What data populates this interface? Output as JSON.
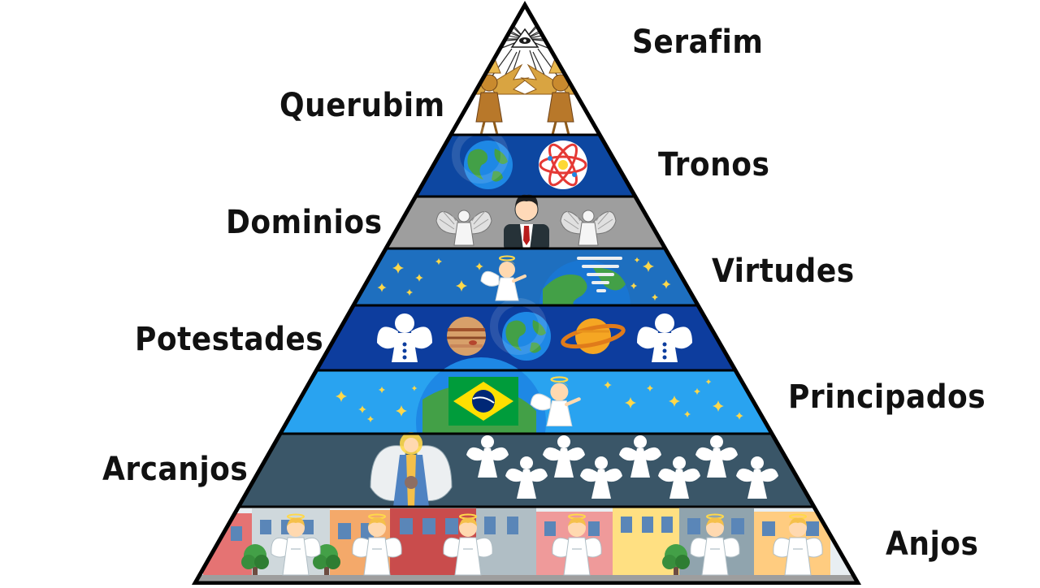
{
  "levels": [
    {
      "key": "serafim",
      "label": "Serafim",
      "band_color": "#ffffff",
      "icons": [
        "all-seeing-eye-icon",
        "wings-icon"
      ]
    },
    {
      "key": "querubim",
      "label": "Querubim",
      "band_color": "#ffffff",
      "icons": [
        "golden-cherub-icon",
        "golden-cherub-icon"
      ]
    },
    {
      "key": "tronos",
      "label": "Tronos",
      "band_color": "#0d47a1",
      "icons": [
        "earth-globe-icon",
        "atom-model-icon"
      ]
    },
    {
      "key": "dominios",
      "label": "Dominios",
      "band_color": "#9e9e9e",
      "icons": [
        "winged-angel-icon",
        "businessman-icon",
        "winged-angel-icon"
      ]
    },
    {
      "key": "virtudes",
      "label": "Virtudes",
      "band_color": "#1e6fbf",
      "icons": [
        "sparkles-icon",
        "cherub-angel-icon",
        "earth-globe-icon",
        "tornado-icon",
        "sparkles-icon"
      ]
    },
    {
      "key": "potestades",
      "label": "Potestades",
      "band_color": "#0d3d9e",
      "icons": [
        "white-angel-icon",
        "jupiter-icon",
        "earth-globe-icon",
        "saturn-icon",
        "white-angel-icon"
      ]
    },
    {
      "key": "principados",
      "label": "Principados",
      "band_color": "#29a3f0",
      "icons": [
        "sparkles-icon",
        "brazil-flag-icon",
        "cherub-angel-icon",
        "sparkles-icon"
      ]
    },
    {
      "key": "arcanjos",
      "label": "Arcanjos",
      "band_color": "#3a5668",
      "icons": [
        "archangel-icon",
        "angel-silhouettes-icon"
      ]
    },
    {
      "key": "anjos",
      "label": "Anjos",
      "band_color": "#e8eef2",
      "icons": [
        "city-buildings-icon",
        "guardian-angel-icon",
        "tree-icon"
      ]
    }
  ],
  "colors": {
    "outline": "#000000",
    "sparkle": "#ffd84a",
    "angel_white": "#ffffff",
    "earth_ocean": "#1e88e5",
    "earth_land": "#43a047",
    "brazil_green": "#009c3b",
    "brazil_yellow": "#ffdf00",
    "brazil_blue": "#002776"
  }
}
